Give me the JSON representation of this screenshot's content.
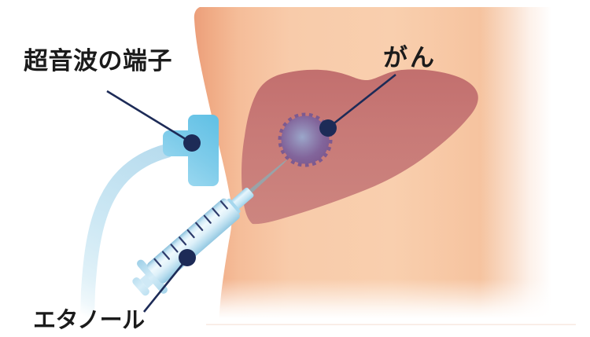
{
  "labels": {
    "ultrasound_probe": "超音波の端子",
    "cancer": "がん",
    "ethanol": "エタノール"
  },
  "colors": {
    "background": "#ffffff",
    "skin": "#f8cbaa",
    "skin_shadow_edge": "#efa57f",
    "liver": "#c87a76",
    "tumor_center": "#9ba7ca",
    "tumor_edge": "#7d5a90",
    "probe_blue": "#7fccea",
    "cable_blue": "#cde8f4",
    "syringe_blue": "#cfe9f6",
    "graduation_navy": "#2e3b6b",
    "needle_gray": "#99a3a8",
    "callout": "#1d2b57",
    "text": "#1b1b1b"
  }
}
